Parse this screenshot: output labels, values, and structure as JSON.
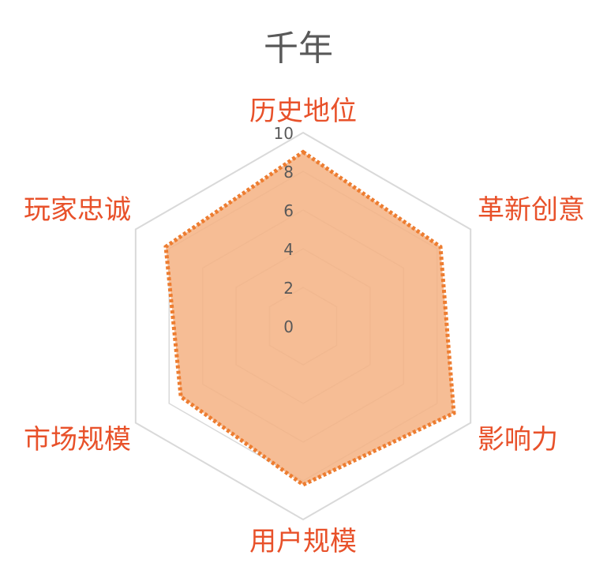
{
  "chart_data": {
    "type": "radar",
    "title": "千年",
    "categories": [
      "历史地位",
      "革新创意",
      "影响力",
      "用户规模",
      "市场规模",
      "玩家忠诚"
    ],
    "values": [
      9,
      8.2,
      9,
      8.2,
      7.3,
      8.2
    ],
    "rlim": [
      0,
      10
    ],
    "ticks": [
      "0",
      "2",
      "4",
      "6",
      "8",
      "10"
    ],
    "grid": true,
    "colors": {
      "fill": "#f4b183",
      "line": "#ed7d31",
      "label": "#e8512a",
      "grid": "#d9d9d9",
      "text": "#595959"
    }
  }
}
